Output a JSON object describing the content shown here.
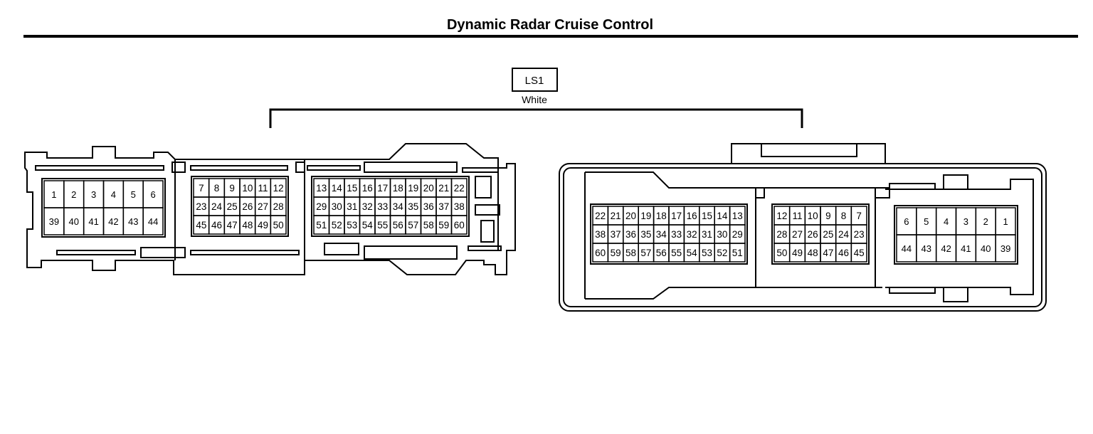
{
  "title": "Dynamic Radar Cruise Control",
  "connector": {
    "code": "LS1",
    "color": "White"
  },
  "left_connector": {
    "block_a": {
      "rows": [
        [
          "1",
          "2",
          "3",
          "4",
          "5",
          "6"
        ],
        [
          "39",
          "40",
          "41",
          "42",
          "43",
          "44"
        ]
      ]
    },
    "block_b": {
      "rows": [
        [
          "7",
          "8",
          "9",
          "10",
          "11",
          "12"
        ],
        [
          "23",
          "24",
          "25",
          "26",
          "27",
          "28"
        ],
        [
          "45",
          "46",
          "47",
          "48",
          "49",
          "50"
        ]
      ]
    },
    "block_c": {
      "rows": [
        [
          "13",
          "14",
          "15",
          "16",
          "17",
          "18",
          "19",
          "20",
          "21",
          "22"
        ],
        [
          "29",
          "30",
          "31",
          "32",
          "33",
          "34",
          "35",
          "36",
          "37",
          "38"
        ],
        [
          "51",
          "52",
          "53",
          "54",
          "55",
          "56",
          "57",
          "58",
          "59",
          "60"
        ]
      ]
    }
  },
  "right_connector": {
    "block_a": {
      "rows": [
        [
          "22",
          "21",
          "20",
          "19",
          "18",
          "17",
          "16",
          "15",
          "14",
          "13"
        ],
        [
          "38",
          "37",
          "36",
          "35",
          "34",
          "33",
          "32",
          "31",
          "30",
          "29"
        ],
        [
          "60",
          "59",
          "58",
          "57",
          "56",
          "55",
          "54",
          "53",
          "52",
          "51"
        ]
      ]
    },
    "block_b": {
      "rows": [
        [
          "12",
          "11",
          "10",
          "9",
          "8",
          "7"
        ],
        [
          "28",
          "27",
          "26",
          "25",
          "24",
          "23"
        ],
        [
          "50",
          "49",
          "48",
          "47",
          "46",
          "45"
        ]
      ]
    },
    "block_c": {
      "rows": [
        [
          "6",
          "5",
          "4",
          "3",
          "2",
          "1"
        ],
        [
          "44",
          "43",
          "42",
          "41",
          "40",
          "39"
        ]
      ]
    }
  }
}
